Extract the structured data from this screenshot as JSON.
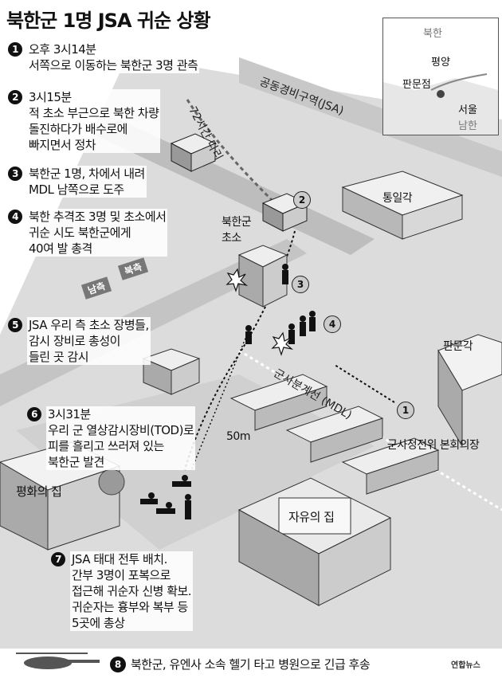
{
  "title": "북한군 1명 JSA 귀순 상황",
  "steps": [
    {
      "num": "1",
      "text": "오후 3시14분\n서쪽으로 이동하는 북한군 3명 관측"
    },
    {
      "num": "2",
      "text": "3시15분\n적 초소 부근으로 북한 차량\n돌진하다가 배수로에\n빠지면서 정차"
    },
    {
      "num": "3",
      "text": "북한군 1명, 차에서 내려\nMDL 남쪽으로 도주"
    },
    {
      "num": "4",
      "text": "북한 추격조 3명 및 초소에서\n귀순 시도 북한군에게\n40여 발 총격"
    },
    {
      "num": "5",
      "text": "JSA 우리 측 초소 장병들,\n감시 장비로 총성이\n들린 곳 감시"
    },
    {
      "num": "6",
      "text": "3시31분\n우리 군 열상감시장비(TOD)로\n피를 흘리고 쓰러져 있는\n북한군 발견"
    },
    {
      "num": "7",
      "text": "JSA 태대 전투 배치.\n간부 3명이 포복으로\n접근해 귀순자 신병 확보.\n귀순자는 흉부와 복부 등\n5곳에 총상"
    }
  ],
  "footer": {
    "num": "8",
    "text": "북한군, 유엔사 소속 헬기 타고 병원으로 긴급 후송"
  },
  "credit": "연합뉴스",
  "inset": {
    "north": "북한",
    "pyongyang": "평양",
    "panmunjom": "판문점",
    "seoul": "서울",
    "south": "남한"
  },
  "map_labels": {
    "jsa": "공동경비구역(JSA)",
    "bridge": "72시간 다리",
    "nk_post": "북한군\n초소",
    "unification": "통일각",
    "panmungak": "판문각",
    "mdl": "군사분계선 (MDL)",
    "conference": "군사정전위 본회의장",
    "peace_house": "평화의 집",
    "freedom_house": "자유의 집",
    "distance": "50m",
    "south_tag": "남측",
    "north_tag": "북측"
  },
  "markers": [
    "2",
    "3",
    "4",
    "1"
  ],
  "colors": {
    "ground": "#d9d9d9",
    "road": "#bdbdbd",
    "building_light": "#f2f2f2",
    "building_dark": "#a8a8a8",
    "ink": "#111111"
  }
}
